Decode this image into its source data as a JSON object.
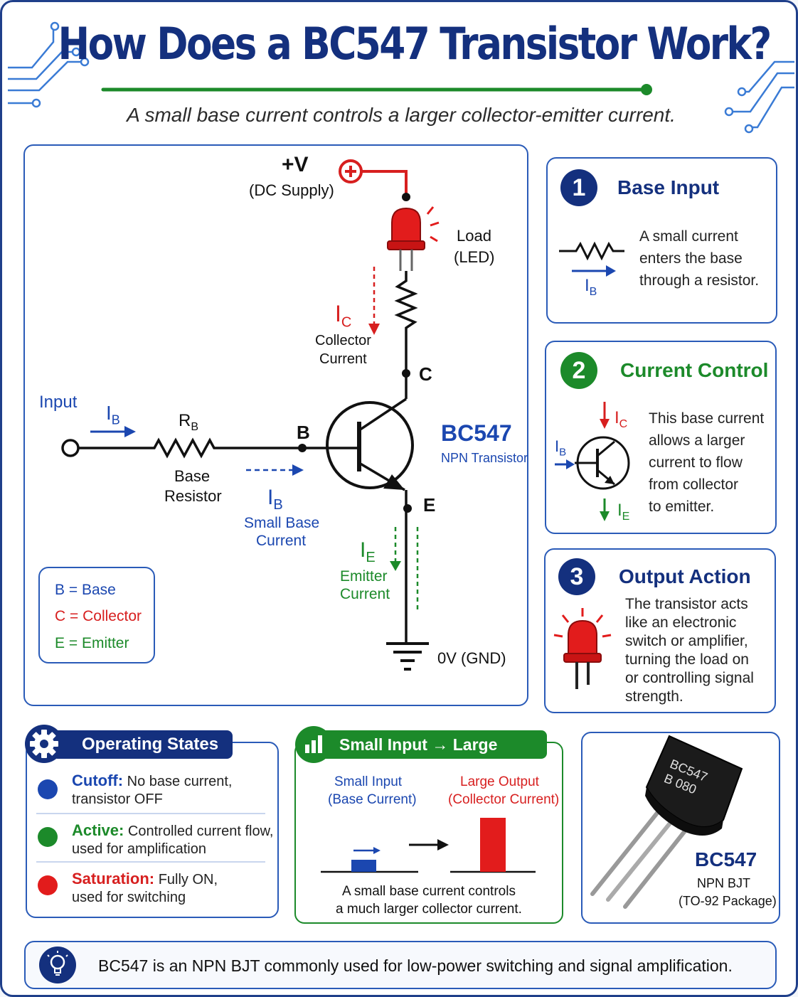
{
  "header": {
    "title": "How Does a BC547 Transistor Work?",
    "subtitle": "A small base current controls a larger collector-emitter current."
  },
  "circuit": {
    "supply_label": "+V",
    "supply_sub": "(DC Supply)",
    "load_label": "Load",
    "load_sub": "(LED)",
    "ic_symbol": "I",
    "ic_sub": "C",
    "ic_text1": "Collector",
    "ic_text2": "Current",
    "c_pin": "C",
    "b_pin": "B",
    "e_pin": "E",
    "input_label": "Input",
    "ib_symbol": "I",
    "ib_sub": "B",
    "rb_symbol": "R",
    "rb_sub": "B",
    "rb_text1": "Base",
    "rb_text2": "Resistor",
    "ib_text1": "Small Base",
    "ib_text2": "Current",
    "ie_symbol": "I",
    "ie_sub": "E",
    "ie_text1": "Emitter",
    "ie_text2": "Current",
    "gnd_label": "0V (GND)",
    "part_name": "BC547",
    "part_type": "NPN Transistor",
    "legend": [
      {
        "key": "B",
        "eq": "=",
        "value": "Base",
        "color": "#1b47b0"
      },
      {
        "key": "C",
        "eq": "=",
        "value": "Collector",
        "color": "#d71f1f"
      },
      {
        "key": "E",
        "eq": "=",
        "value": "Emitter",
        "color": "#1c8a2a"
      }
    ]
  },
  "cards": [
    {
      "number": "1",
      "title": "Base Input",
      "color": "#14307e",
      "lines": [
        "A small current",
        "enters the base",
        "through a resistor."
      ],
      "ib_symbol": "I",
      "ib_sub": "B"
    },
    {
      "number": "2",
      "title": "Current Control",
      "color": "#1c8a2a",
      "lines": [
        "This base current",
        "allows a larger",
        "current to flow",
        "from collector",
        "to emitter."
      ],
      "ic_symbol": "I",
      "ic_sub": "C",
      "ib_symbol": "I",
      "ib_sub": "B",
      "ie_symbol": "I",
      "ie_sub": "E"
    },
    {
      "number": "3",
      "title": "Output Action",
      "color": "#14307e",
      "lines": [
        "The transistor acts",
        "like an electronic",
        "switch or amplifier,",
        "turning the load on",
        "or controlling signal",
        "strength."
      ]
    }
  ],
  "states": {
    "title": "Operating States",
    "items": [
      {
        "name": "Cutoff:",
        "line1": "No base current,",
        "line2": "transistor OFF",
        "color": "#1b47b0"
      },
      {
        "name": "Active:",
        "line1": "Controlled current flow,",
        "line2": "used for amplification",
        "color": "#1c8a2a"
      },
      {
        "name": "Saturation:",
        "line1": "Fully ON,",
        "line2": "used for switching",
        "color": "#d71f1f"
      }
    ]
  },
  "io": {
    "title": "Small Input → Large Output",
    "small_label1": "Small Input",
    "small_label2": "(Base Current)",
    "large_label1": "Large Output",
    "large_label2": "(Collector Current)",
    "caption1": "A small base current controls",
    "caption2": "a much larger collector current."
  },
  "package": {
    "marking1": "BC547",
    "marking2": "B 080",
    "name": "BC547",
    "type": "NPN BJT",
    "package": "(TO-92 Package)"
  },
  "footer": {
    "text": "BC547 is an NPN BJT commonly used for low-power switching and signal amplification."
  },
  "colors": {
    "navy": "#14307e",
    "blue": "#1b47b0",
    "red": "#d71f1f",
    "green": "#1c8a2a"
  }
}
